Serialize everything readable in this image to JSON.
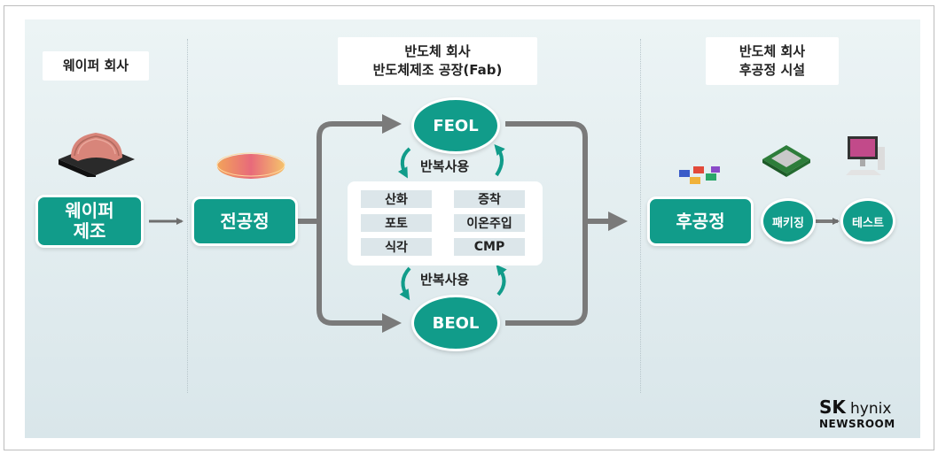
{
  "headers": {
    "wafer_company": "웨이퍼 회사",
    "fab_line1": "반도체 회사",
    "fab_line2": "반도체제조 공장(Fab)",
    "backend_line1": "반도체 회사",
    "backend_line2": "후공정 시설"
  },
  "steps": {
    "wafer_mfg_line1": "웨이퍼",
    "wafer_mfg_line2": "제조",
    "front_end": "전공정",
    "back_end": "후공정",
    "packaging": "패키징",
    "test": "테스트"
  },
  "fab": {
    "feol": "FEOL",
    "beol": "BEOL",
    "repeat_top": "반복사용",
    "repeat_bottom": "반복사용",
    "processes": [
      "산화",
      "증착",
      "포토",
      "이온주입",
      "식각",
      "CMP"
    ]
  },
  "logo": {
    "sk": "SK",
    "hynix": "hynix",
    "newsroom": "NEWSROOM"
  },
  "colors": {
    "teal": "#119c8a",
    "arrow": "#6e6e6e",
    "background": "#e3eef0"
  }
}
